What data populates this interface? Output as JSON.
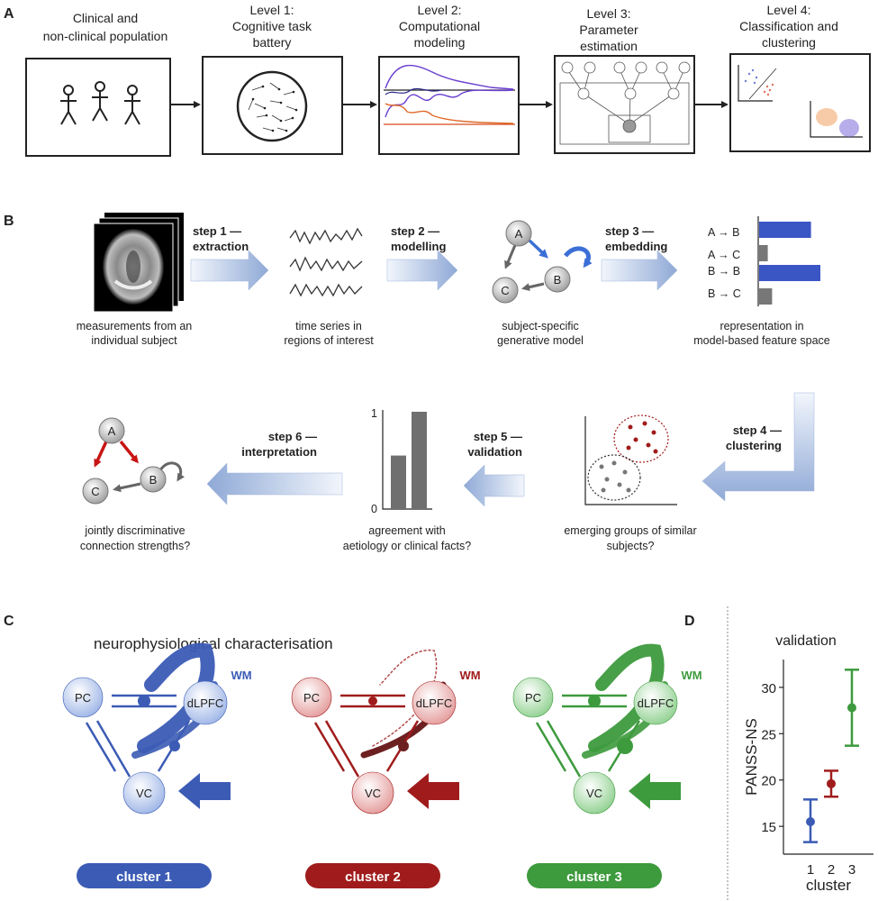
{
  "panel_labels": {
    "a": "A",
    "b": "B",
    "c": "C",
    "d": "D"
  },
  "panel_a": {
    "levels": [
      {
        "line1": "Clinical and",
        "line2": "non-clinical population"
      },
      {
        "line1": "Level 1:",
        "line2": "Cognitive task",
        "line3": "battery"
      },
      {
        "line1": "Level 2:",
        "line2": "Computational",
        "line3": "modeling"
      },
      {
        "line1": "Level 3:",
        "line2": "Parameter",
        "line3": "estimation"
      },
      {
        "line1": "Level 4:",
        "line2": "Classification and",
        "line3": "clustering"
      }
    ]
  },
  "panel_b": {
    "steps": [
      {
        "line1": "step 1 —",
        "line2": "extraction"
      },
      {
        "line1": "step 2 —",
        "line2": "modelling"
      },
      {
        "line1": "step 3 —",
        "line2": "embedding"
      },
      {
        "line1": "step 4 —",
        "line2": "clustering"
      },
      {
        "line1": "step 5 —",
        "line2": "validation"
      },
      {
        "line1": "step 6 —",
        "line2": "interpretation"
      }
    ],
    "captions": [
      {
        "line1": "measurements from an",
        "line2": "individual subject"
      },
      {
        "line1": "time series in",
        "line2": "regions of interest"
      },
      {
        "line1": "subject-specific",
        "line2": "generative model"
      },
      {
        "line1": "representation in",
        "line2": "model-based feature space"
      },
      {
        "line1": "emerging groups of similar",
        "line2": "subjects?"
      },
      {
        "line1": "agreement with",
        "line2": "aetiology or clinical facts?"
      },
      {
        "line1": "jointly discriminative",
        "line2": "connection strengths?"
      }
    ],
    "nodes": {
      "a": "A",
      "b": "B",
      "c": "C"
    },
    "features": [
      {
        "label": "A → B",
        "value": 0.72
      },
      {
        "label": "A → C",
        "value": 0.12
      },
      {
        "label": "B → B",
        "value": 0.85
      },
      {
        "label": "B → C",
        "value": 0.18
      }
    ],
    "validation_bars": {
      "values": [
        0.55,
        1.0
      ],
      "tick_top": "1",
      "tick_bottom": "0"
    }
  },
  "panel_c": {
    "title": "neurophysiological characterisation",
    "nodes": {
      "pc": "PC",
      "dlpfc": "dLPFC",
      "vc": "VC",
      "wm": "WM"
    },
    "clusters": [
      {
        "label": "cluster 1",
        "color": "#3b5bb5",
        "light": "#dfe7f7"
      },
      {
        "label": "cluster 2",
        "color": "#a01c1c",
        "light": "#f5d9d9"
      },
      {
        "label": "cluster 3",
        "color": "#3d9a3d",
        "light": "#dcf0dc"
      }
    ]
  },
  "panel_d": {
    "title": "validation",
    "chart_data": {
      "type": "scatter",
      "title": "validation",
      "xlabel": "cluster",
      "ylabel": "PANSS-NS",
      "x": [
        1,
        2,
        3
      ],
      "x_ticks": [
        "1",
        "2",
        "3"
      ],
      "y_ticks": [
        15,
        20,
        25,
        30
      ],
      "ylim": [
        12,
        33
      ],
      "series": [
        {
          "values": [
            15.5,
            19.6,
            27.8
          ],
          "err_low": [
            13.3,
            18.2,
            23.7
          ],
          "err_high": [
            17.9,
            21.0,
            31.9
          ]
        }
      ],
      "colors": [
        "#3b5bb5",
        "#a01c1c",
        "#3d9a3d"
      ]
    }
  }
}
